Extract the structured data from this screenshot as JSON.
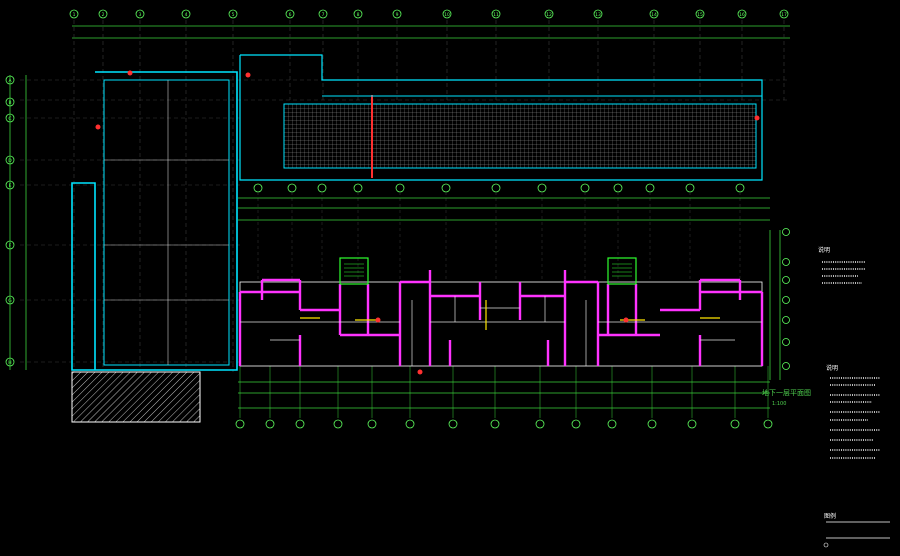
{
  "drawing": {
    "title": "地下一层平面图",
    "scale": "1:100",
    "notes_heading_1": "说明",
    "notes_heading_2": "说明",
    "legend_heading": "图例"
  },
  "colors": {
    "background": "#000000",
    "grid": "#00c000",
    "axis": "#5fff5f",
    "outline": "#00e5ff",
    "wall": "#ff33ff",
    "hatch": "#c0c0c0",
    "text": "#ffffff"
  },
  "axes": {
    "top": [
      "1",
      "2",
      "3",
      "4",
      "5",
      "6",
      "7",
      "8",
      "9",
      "10",
      "11",
      "12",
      "13",
      "14",
      "15",
      "16",
      "17"
    ],
    "left": [
      "A",
      "B",
      "C",
      "D",
      "E",
      "F",
      "G",
      "H"
    ],
    "right_small": [
      "1",
      "2",
      "3",
      "4",
      "5",
      "6",
      "7"
    ]
  }
}
